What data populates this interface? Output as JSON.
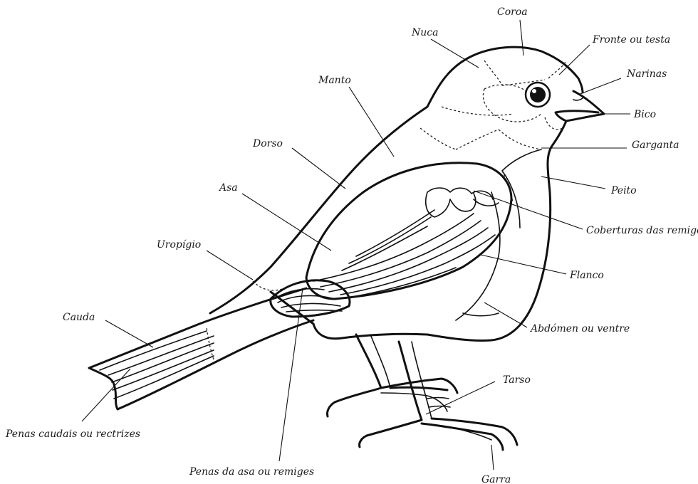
{
  "labels": {
    "coroa": "Coroa",
    "nuca": "Nuca",
    "fronte": "Fronte ou testa",
    "narinas": "Narinas",
    "bico": "Bico",
    "manto": "Manto",
    "garganta": "Garganta",
    "dorso": "Dorso",
    "peito": "Peito",
    "asa": "Asa",
    "coberturas": "Coberturas das remiges",
    "uropigio": "Uropígio",
    "flanco": "Flanco",
    "cauda": "Cauda",
    "abdomen": "Abdómen ou ventre",
    "tarso": "Tarso",
    "penas_caudais": "Penas caudais ou rectrizes",
    "penas_asa": "Penas da asa ou remiges",
    "garra": "Garra"
  }
}
